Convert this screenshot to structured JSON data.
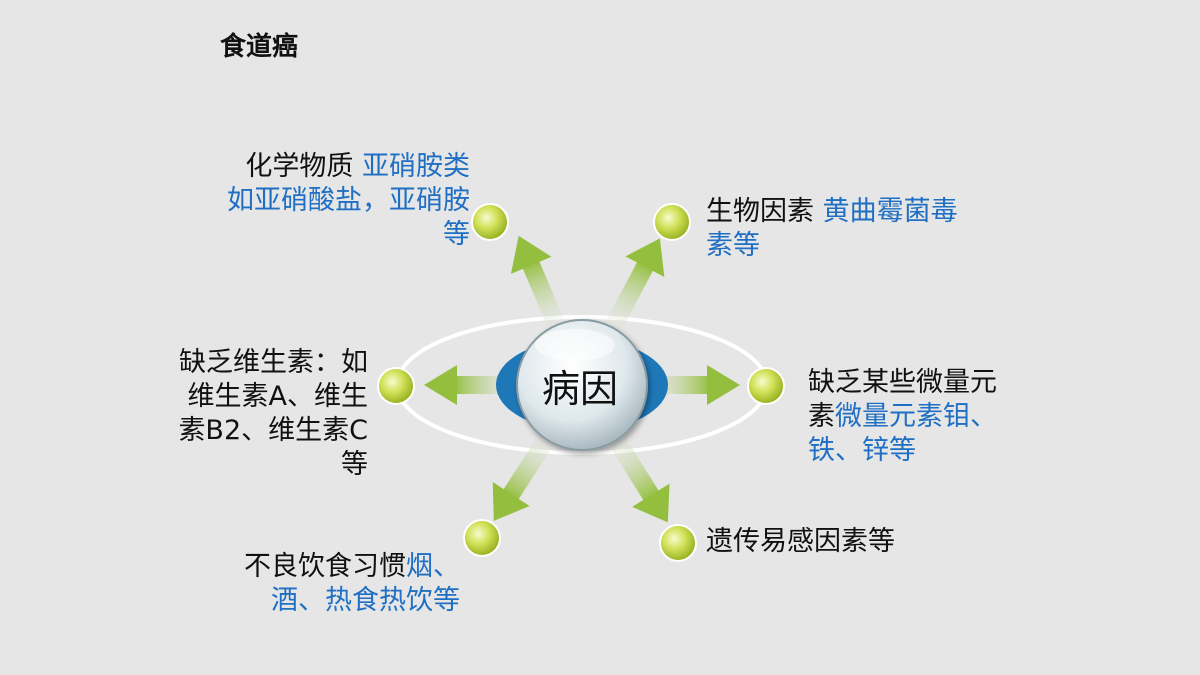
{
  "title": "食道癌",
  "center": {
    "label": "病因"
  },
  "causes": [
    {
      "id": "chemical",
      "lines": [
        [
          {
            "t": "化学物质 "
          },
          {
            "t": "亚硝胺类",
            "hl": true
          }
        ],
        [
          {
            "t": "如亚硝酸盐，亚硝胺",
            "hl": true
          }
        ],
        [
          {
            "t": "等",
            "hl": true
          }
        ]
      ]
    },
    {
      "id": "biological",
      "lines": [
        [
          {
            "t": "生物因素 "
          },
          {
            "t": "黄曲霉菌毒",
            "hl": true
          }
        ],
        [
          {
            "t": "素等",
            "hl": true
          }
        ]
      ]
    },
    {
      "id": "vitamin",
      "lines": [
        [
          {
            "t": "缺乏维生素：如"
          }
        ],
        [
          {
            "t": "维生素A、维生"
          }
        ],
        [
          {
            "t": "素B2、维生素C"
          }
        ],
        [
          {
            "t": "等"
          }
        ]
      ]
    },
    {
      "id": "trace-element",
      "lines": [
        [
          {
            "t": "缺乏某些微量元"
          }
        ],
        [
          {
            "t": "素"
          },
          {
            "t": "微量元素钼、",
            "hl": true
          }
        ],
        [
          {
            "t": "铁、锌等",
            "hl": true
          }
        ]
      ]
    },
    {
      "id": "diet",
      "lines": [
        [
          {
            "t": "不良饮食习惯"
          },
          {
            "t": "烟、",
            "hl": true
          }
        ],
        [
          {
            "t": "酒、热食热饮等",
            "hl": true
          }
        ]
      ]
    },
    {
      "id": "genetic",
      "lines": [
        [
          {
            "t": "遗传易感因素等"
          }
        ]
      ]
    }
  ],
  "colors": {
    "highlight": "#1f6fc4",
    "ball": "#c4d83a",
    "arrow": "#9cc24a",
    "accent": "#1e78b8"
  }
}
